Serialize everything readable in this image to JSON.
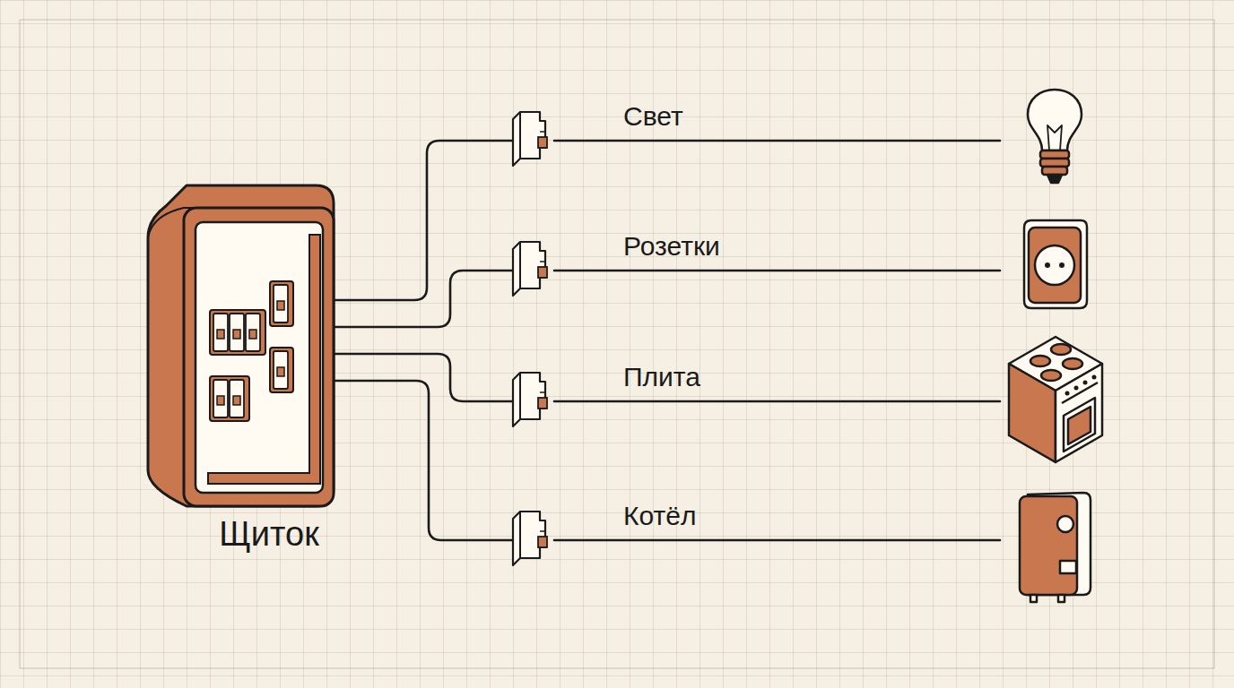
{
  "diagram": {
    "nodes": [
      {
        "text": [
          "Щиток"
        ]
      }
    ],
    "labels": [
      "Свет",
      "Розетки",
      "Плита",
      "Котёл"
    ]
  }
}
